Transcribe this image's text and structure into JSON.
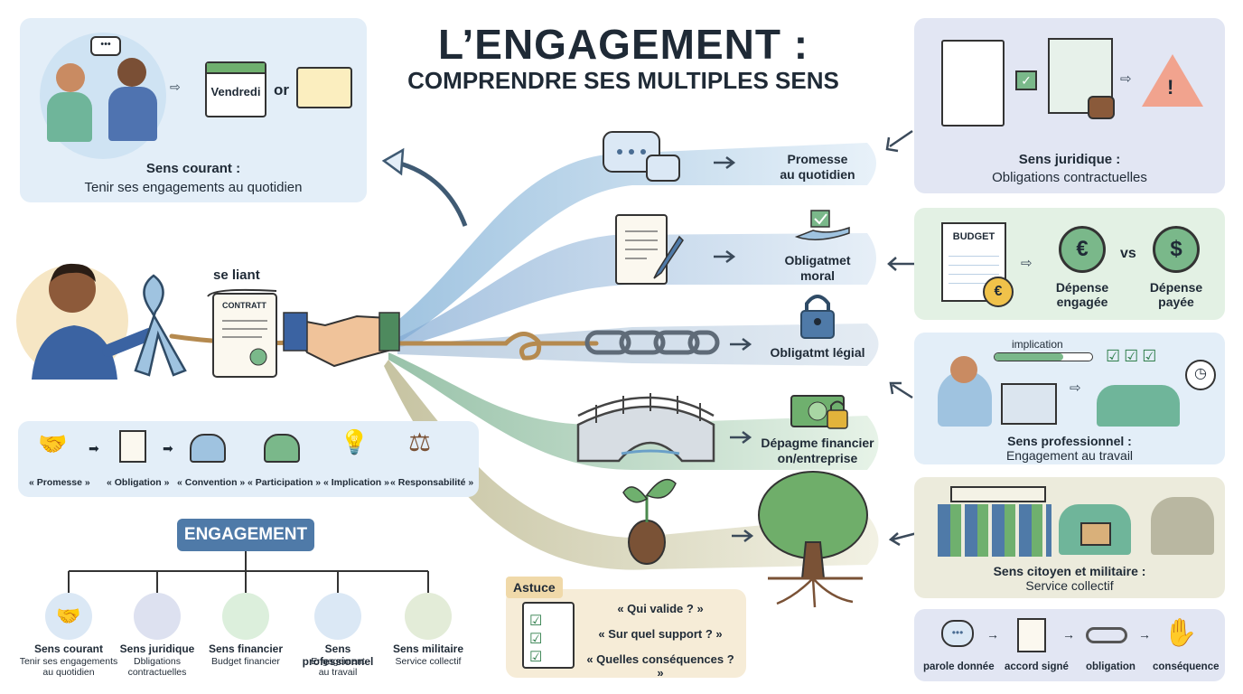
{
  "title": {
    "line1": "L’ENGAGEMENT :",
    "line2": "COMPRENDRE SES MULTIPLES SENS"
  },
  "top_left": {
    "day_card": "Vendredi",
    "or": "or",
    "heading": "Sens courant :",
    "sub": "Tenir ses engagements au quotidien"
  },
  "center": {
    "se_liant": "se liant",
    "contract": "CONTRATT",
    "bands": [
      {
        "line1": "Promesse",
        "line2": "au quotidien"
      },
      {
        "line1": "Obligatmet",
        "line2": "moral"
      },
      {
        "line1": "Obligatmt légial",
        "line2": ""
      },
      {
        "line1": "Dépagme financier",
        "line2": "on/entreprise"
      }
    ]
  },
  "right": {
    "juridique": {
      "heading": "Sens juridique :",
      "sub": "Obligations contractuelles"
    },
    "financier": {
      "budget": "BUDGET",
      "left": "Dépense engagée",
      "left1": "Dépense",
      "left2": "engagée",
      "vs": "vs",
      "right1": "Dépense",
      "right2": "payée"
    },
    "professionnel": {
      "bar_label": "implication",
      "heading": "Sens professionnel :",
      "sub": "Engagement au travail"
    },
    "citoyen": {
      "heading": "Sens citoyen et militaire :",
      "sub": "Service collectif"
    },
    "chain": [
      "parole donnée",
      "accord signé",
      "obligation",
      "conséquence"
    ]
  },
  "synonyms": [
    "« Promesse »",
    "« Obligation »",
    "« Convention »",
    "« Participation »",
    "« Implication »",
    "« Responsabilité »"
  ],
  "tree": {
    "root": "ENGAGEMENT",
    "children": [
      {
        "title": "Sens courant",
        "sub1": "Tenir ses engagements",
        "sub2": "au quotidien"
      },
      {
        "title": "Sens juridique",
        "sub1": "Dbligations",
        "sub2": "contractuelles"
      },
      {
        "title": "Sens financier",
        "sub1": "Budget financier",
        "sub2": ""
      },
      {
        "title": "Sens professionnel",
        "sub1": "Engagement",
        "sub2": "au travail"
      },
      {
        "title": "Sens militaire",
        "sub1": "Service collectif",
        "sub2": ""
      }
    ]
  },
  "astuce": {
    "label": "Astuce",
    "q1": "« Qui valide ? »",
    "q2": "« Sur quel support ? »",
    "q3": "« Quelles conséquences ? »"
  },
  "colors": {
    "blue_panel": "#e3eef8",
    "purple_panel": "#e2e6f3",
    "green_panel": "#e3f1e4",
    "beige_panel": "#ecebdc",
    "engagement_box": "#4f7aa8"
  }
}
